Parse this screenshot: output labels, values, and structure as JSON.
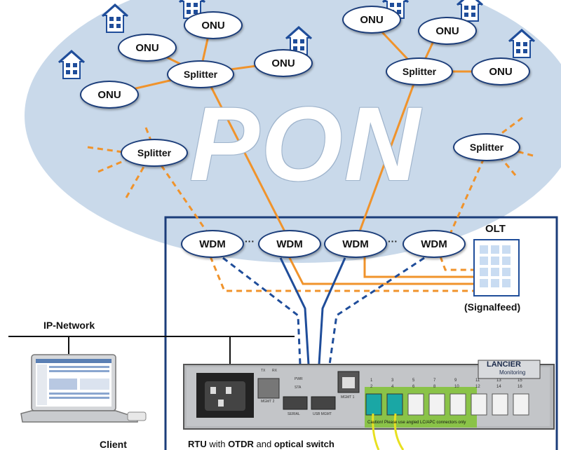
{
  "pon_label": "PON",
  "onu_label": "ONU",
  "splitter_label": "Splitter",
  "wdm_label": "WDM",
  "ellipsis": "···",
  "olt": {
    "title": "OLT",
    "caption": "(Signalfeed)"
  },
  "network": {
    "label": "IP-Network"
  },
  "client": {
    "label": "Client"
  },
  "rtu": {
    "caption_prefix": "RTU",
    "caption_with": " with ",
    "caption_otdr": "OTDR",
    "caption_and": " and ",
    "caption_switch": "optical switch",
    "brand_top": "LANCIER",
    "brand_bottom": "Monitoring",
    "port_labels": [
      "PWR",
      "STA",
      "MGMT 2",
      "SERIAL",
      "USB MGMT",
      "MGMT 1",
      "TX",
      "RX"
    ],
    "port_numbers": [
      "1",
      "2",
      "3",
      "4",
      "5",
      "6",
      "7",
      "8",
      "9",
      "10",
      "11",
      "12",
      "13",
      "14",
      "15",
      "16"
    ],
    "warning": "Caution! Please use angled LC/APC connectors only"
  },
  "colors": {
    "cloud": "#c9d9ea",
    "fiber_orange": "#f0932b",
    "fiber_blue": "#1f4d9a",
    "border_blue": "#1b3d7a",
    "device_gray": "#b7b9bc"
  }
}
